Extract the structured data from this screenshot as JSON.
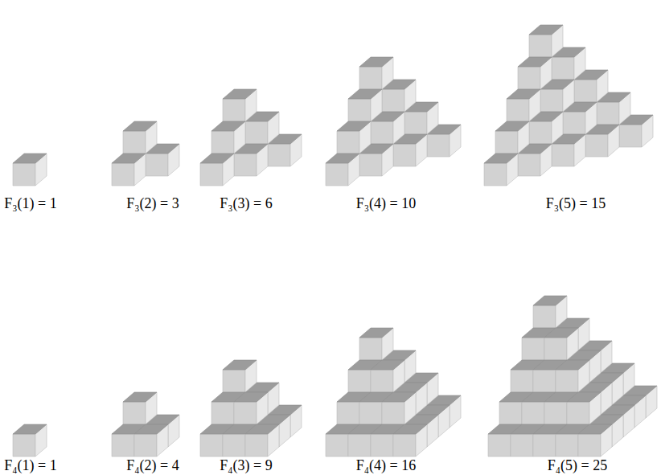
{
  "diagram": {
    "labels": [
      "F₃(1) = 1",
      "F₃(2) = 3",
      "F₃(3) = 6",
      "F₃(4) = 10",
      "F₃(5) = 15",
      "F₄(1) = 1",
      "F₄(2) = 4",
      "F₄(3) = 9",
      "F₄(4) = 16",
      "F₄(5) = 25"
    ]
  }
}
